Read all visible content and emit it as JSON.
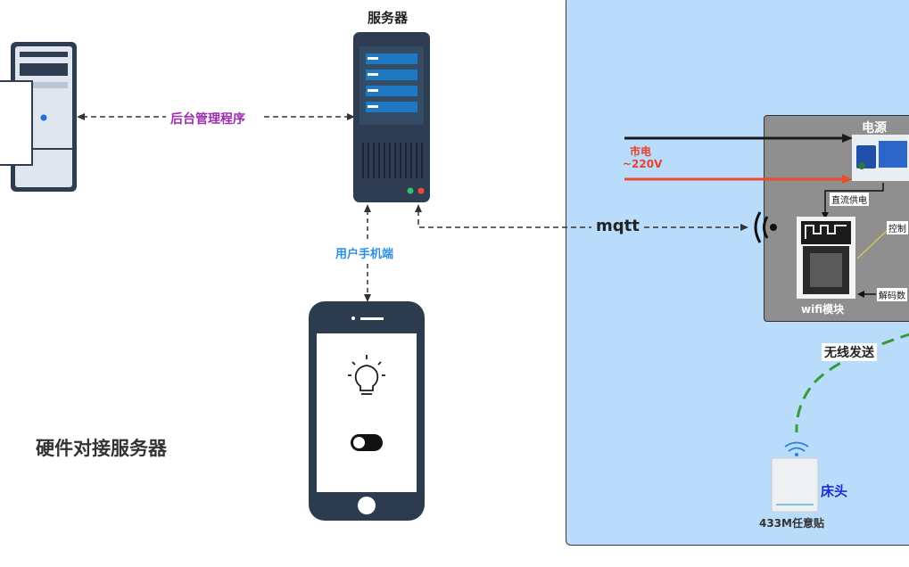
{
  "server": {
    "title": "服务器"
  },
  "admin": {
    "link_label": "后台管理程序"
  },
  "phone": {
    "link_label": "用户手机端"
  },
  "mqtt": {
    "label": "mqtt"
  },
  "heading": {
    "text": "硬件对接服务器"
  },
  "mains": {
    "line1": "市电",
    "line2": "~220V"
  },
  "power": {
    "title": "电源",
    "dc_label": "直流供电"
  },
  "wifi": {
    "label": "wifi模块",
    "control_label": "控制",
    "decode_label": "解码数"
  },
  "wireless": {
    "label": "无线发送"
  },
  "sticker": {
    "caption": "433M任意贴",
    "location": "床头"
  },
  "colors": {
    "panel_bg": "#b9dcfb",
    "box_bg": "#8f8f8f",
    "admin_text": "#9b2fae",
    "phone_text": "#2d8fe3",
    "mains_text": "#e8412c",
    "wireless_dash": "#3a9a3a",
    "location_text": "#1e2bd8"
  }
}
